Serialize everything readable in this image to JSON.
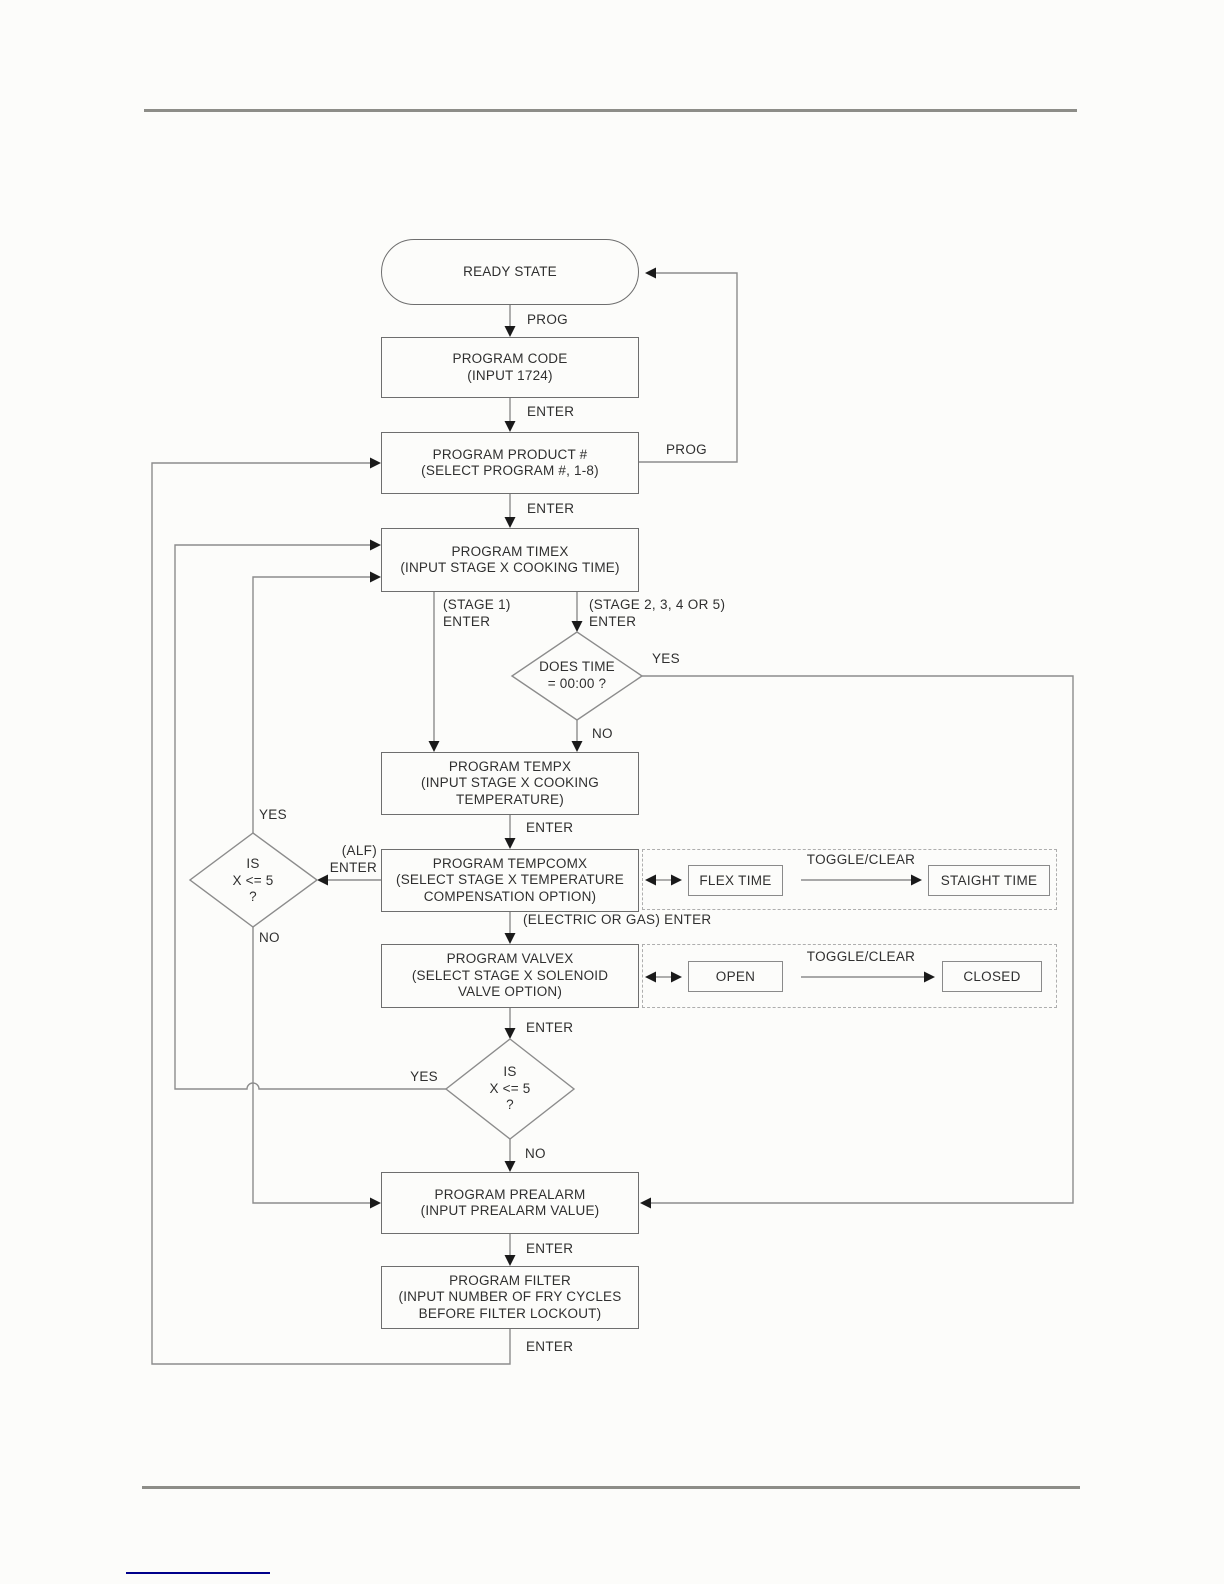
{
  "nodes": {
    "ready_state": {
      "label": "READY STATE"
    },
    "program_code": {
      "lines": [
        "PROGRAM CODE",
        "(INPUT 1724)"
      ]
    },
    "program_product": {
      "lines": [
        "PROGRAM PRODUCT #",
        "(SELECT PROGRAM #, 1-8)"
      ]
    },
    "program_timex": {
      "lines": [
        "PROGRAM TIMEX",
        "(INPUT STAGE X COOKING TIME)"
      ]
    },
    "program_tempx": {
      "lines": [
        "PROGRAM TEMPX",
        "(INPUT STAGE X COOKING",
        "TEMPERATURE)"
      ]
    },
    "program_tempcomx": {
      "lines": [
        "PROGRAM TEMPCOMX",
        "(SELECT STAGE X TEMPERATURE",
        "COMPENSATION OPTION)"
      ]
    },
    "program_valvex": {
      "lines": [
        "PROGRAM VALVEX",
        "(SELECT STAGE X SOLENOID",
        "VALVE OPTION)"
      ]
    },
    "program_prealarm": {
      "lines": [
        "PROGRAM PREALARM",
        "(INPUT PREALARM VALUE)"
      ]
    },
    "program_filter": {
      "lines": [
        "PROGRAM FILTER",
        "(INPUT NUMBER OF FRY CYCLES",
        "BEFORE FILTER LOCKOUT)"
      ]
    }
  },
  "decisions": {
    "does_time": {
      "lines": [
        "DOES TIME",
        "= 00:00 ?"
      ]
    },
    "is_x_le5_left": {
      "lines": [
        "IS",
        "X <= 5",
        "?"
      ]
    },
    "is_x_le5_bottom": {
      "lines": [
        "IS",
        "X <= 5",
        "?"
      ]
    }
  },
  "options": {
    "flex_time": "FLEX TIME",
    "staight_time": "STAIGHT TIME",
    "open": "OPEN",
    "closed": "CLOSED"
  },
  "edge_labels": {
    "prog_to_code": "PROG",
    "enter_code": "ENTER",
    "enter_product": "ENTER",
    "prog_loop": "PROG",
    "stage1": [
      "(STAGE 1)",
      "ENTER"
    ],
    "stage2345": [
      "(STAGE 2, 3, 4 OR 5)",
      "ENTER"
    ],
    "yes_time": "YES",
    "no_time": "NO",
    "enter_tempx": "ENTER",
    "alf_enter": [
      "(ALF)",
      "ENTER"
    ],
    "yes_left": "YES",
    "no_left": "NO",
    "electric_gas": "(ELECTRIC OR GAS) ENTER",
    "enter_valvex": "ENTER",
    "yes_bottom": "YES",
    "no_bottom": "NO",
    "enter_prealarm": "ENTER",
    "enter_filter": "ENTER",
    "toggle_clear_time": "TOGGLE/CLEAR",
    "toggle_clear_valve": "TOGGLE/CLEAR"
  },
  "colors": {
    "line": "#8c8c8c",
    "arrowhead": "#1a1a1a",
    "box_border": "#6e6e6e",
    "text": "#2f2f2f",
    "page_rule": "#8d8d88",
    "footer_link_rule": "#00008b",
    "background": "#fcfcfa"
  }
}
